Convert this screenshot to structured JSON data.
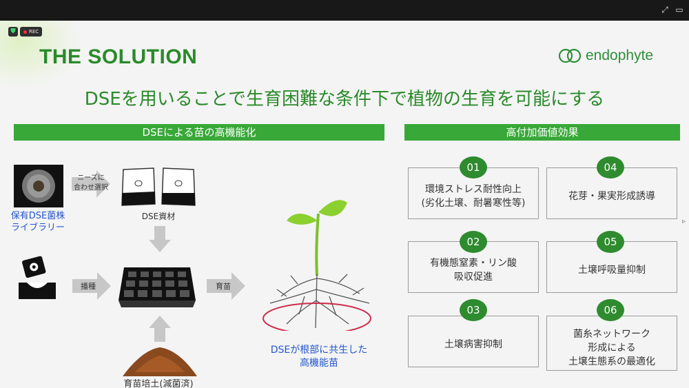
{
  "window": {
    "expand_icon": "expand-icon",
    "screen_icon": "screen-share-icon"
  },
  "recorder": {
    "rec_label": "REC"
  },
  "slide": {
    "title": "THE SOLUTION",
    "brand": "endophyte",
    "headline": "DSEを用いることで生育困難な条件下で植物の生育を可能にする",
    "left_bar": "DSEによる苗の高機能化",
    "right_bar": "高付加価値効果",
    "library_label_1": "保有DSE菌株",
    "library_label_2": "ライブラリー",
    "select_label_1": "ニーズに",
    "select_label_2": "合わせ選択",
    "material_label": "DSE資材",
    "sow_label": "播種",
    "grow_label": "育苗",
    "soil_label": "育苗培土(減菌済)",
    "seedling_label_1": "DSEが根部に共生した",
    "seedling_label_2": "高機能苗",
    "effects": [
      {
        "num": "01",
        "line1": "環境ストレス耐性向上",
        "line2": "(劣化土壌、耐暑寒性等)",
        "line3": ""
      },
      {
        "num": "02",
        "line1": "有機態窒素・リン酸",
        "line2": "吸収促進",
        "line3": ""
      },
      {
        "num": "03",
        "line1": "土壌病害抑制",
        "line2": "",
        "line3": ""
      },
      {
        "num": "04",
        "line1": "花芽・果実形成誘導",
        "line2": "",
        "line3": ""
      },
      {
        "num": "05",
        "line1": "土壌呼吸量抑制",
        "line2": "",
        "line3": ""
      },
      {
        "num": "06",
        "line1": "菌糸ネットワーク",
        "line2": "形成による",
        "line3": "土壌生態系の最適化"
      }
    ]
  },
  "colors": {
    "brand_green": "#2a8a2a",
    "bar_green": "#38a838",
    "badge_green": "#2e8b2e",
    "label_blue": "#2255cc"
  }
}
